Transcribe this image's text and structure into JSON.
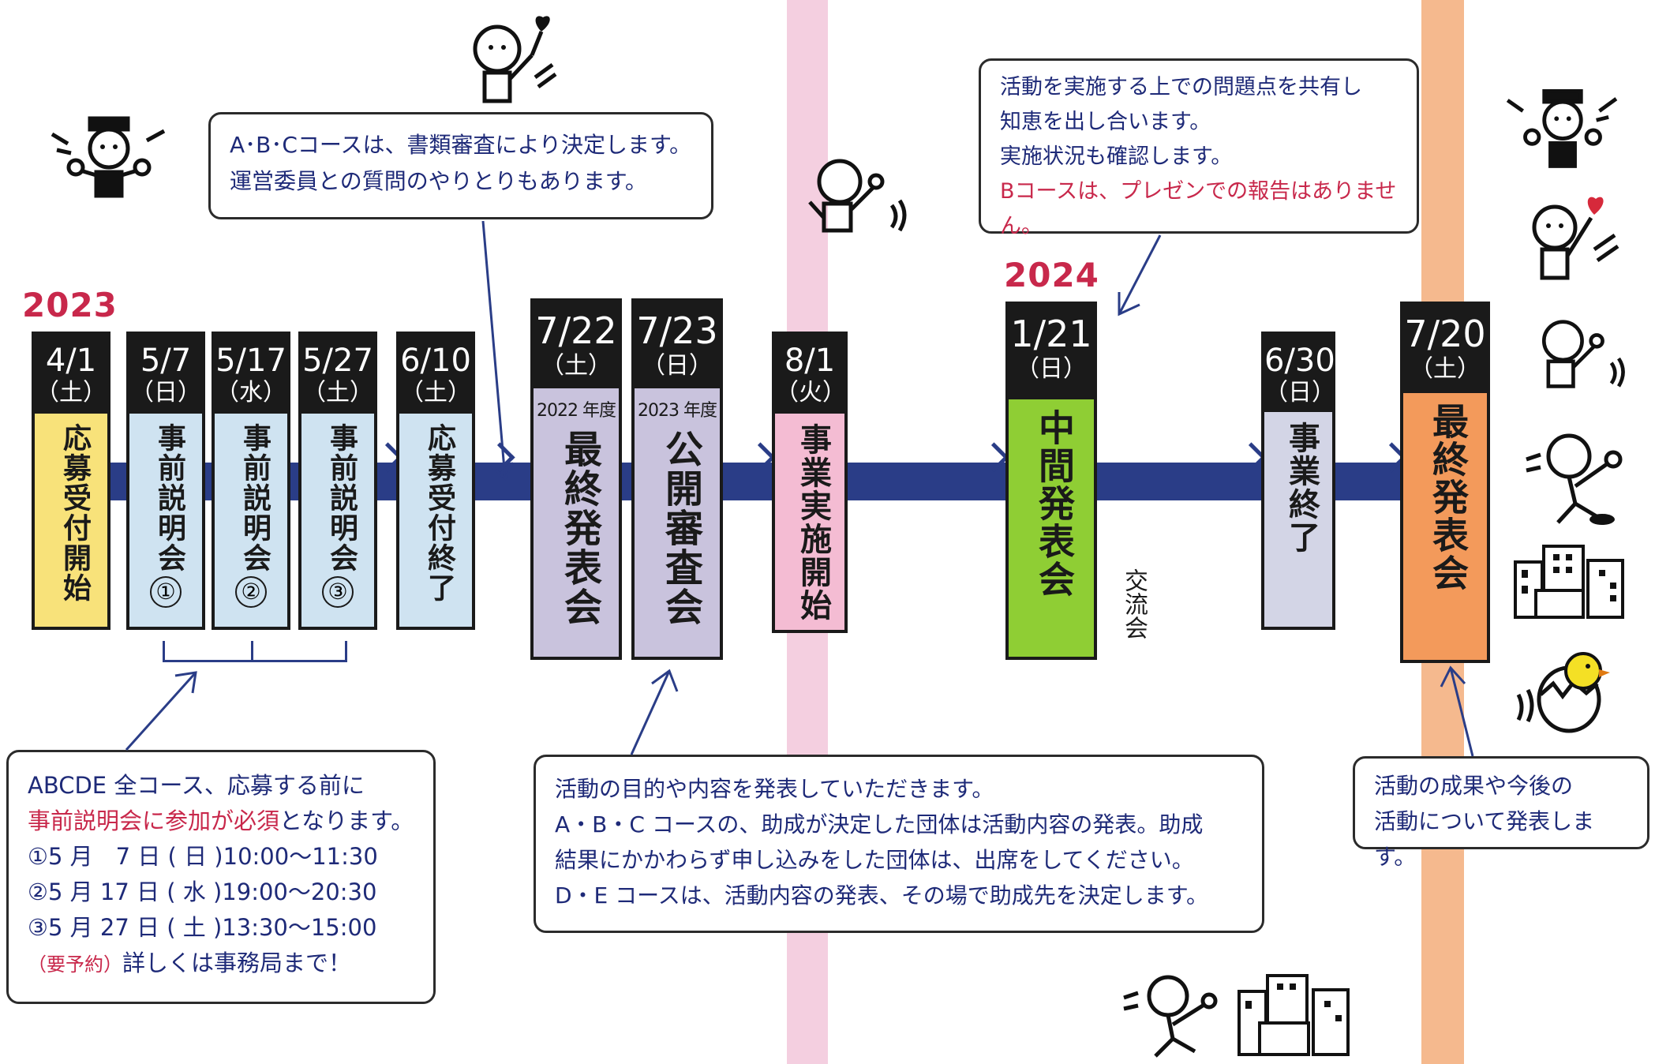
{
  "years": {
    "start": "2023",
    "mid": "2024"
  },
  "events": [
    {
      "date": "4/1",
      "day": "（土）",
      "label": "応募受付開始",
      "num": "",
      "sub": "",
      "fill": "#f8e27a"
    },
    {
      "date": "5/7",
      "day": "（日）",
      "label": "事前説明会",
      "num": "①",
      "sub": "",
      "fill": "#cfe3f1"
    },
    {
      "date": "5/17",
      "day": "（水）",
      "label": "事前説明会",
      "num": "②",
      "sub": "",
      "fill": "#cfe3f1"
    },
    {
      "date": "5/27",
      "day": "（土）",
      "label": "事前説明会",
      "num": "③",
      "sub": "",
      "fill": "#cfe3f1"
    },
    {
      "date": "6/10",
      "day": "（土）",
      "label": "応募受付終了",
      "num": "",
      "sub": "",
      "fill": "#cfe3f1"
    },
    {
      "date": "7/22",
      "day": "（土）",
      "label": "最終発表会",
      "num": "",
      "sub": "2022 年度",
      "fill": "#c9c3dd"
    },
    {
      "date": "7/23",
      "day": "（日）",
      "label": "公開審査会",
      "num": "",
      "sub": "2023 年度",
      "fill": "#c9c3dd"
    },
    {
      "date": "8/1",
      "day": "（火）",
      "label": "事業実施開始",
      "num": "",
      "sub": "",
      "fill": "#f4bcd3"
    },
    {
      "date": "1/21",
      "day": "（日）",
      "label": "中間発表会",
      "num": "",
      "sub": "",
      "fill": "#8fce34"
    },
    {
      "date": "6/30",
      "day": "（日）",
      "label": "事業終了",
      "num": "",
      "sub": "",
      "fill": "#d3d5e6"
    },
    {
      "date": "7/20",
      "day": "（土）",
      "label": "最終発表会",
      "num": "",
      "sub": "",
      "fill": "#f39a5b"
    }
  ],
  "side_note": "交流会",
  "bubbles": {
    "review": [
      "A･B･Cコースは、書類審査により決定します。",
      "運営委員との質問のやりとりもあります。"
    ],
    "midterm": [
      "活動を実施する上での問題点を共有し",
      "知恵を出し合います。",
      "実施状況も確認します。",
      "Bコースは、プレゼンでの報告はありません。"
    ],
    "briefing": {
      "line1": "ABCDE 全コース、応募する前に",
      "line2_red": "事前説明会に参加が必須",
      "line2_rest": "となります。",
      "line3": "①5 月　7 日 ( 日 )10:00～11:30",
      "line4": "②5 月 17 日 ( 水 )19:00～20:30",
      "line5": "③5 月 27 日 ( 土 )13:30～15:00",
      "line6_red": "（要予約）",
      "line6_rest": "詳しくは事務局まで！"
    },
    "presentation": [
      "活動の目的や内容を発表していただきます。",
      "A・B・C コースの、助成が決定した団体は活動内容の発表。助成",
      "結果にかかわらず申し込みをした団体は、出席をしてください。",
      "D・E コースは、活動内容の発表、その場で助成先を決定します。"
    ],
    "final": [
      "活動の成果や今後の",
      "活動について発表します。"
    ]
  }
}
